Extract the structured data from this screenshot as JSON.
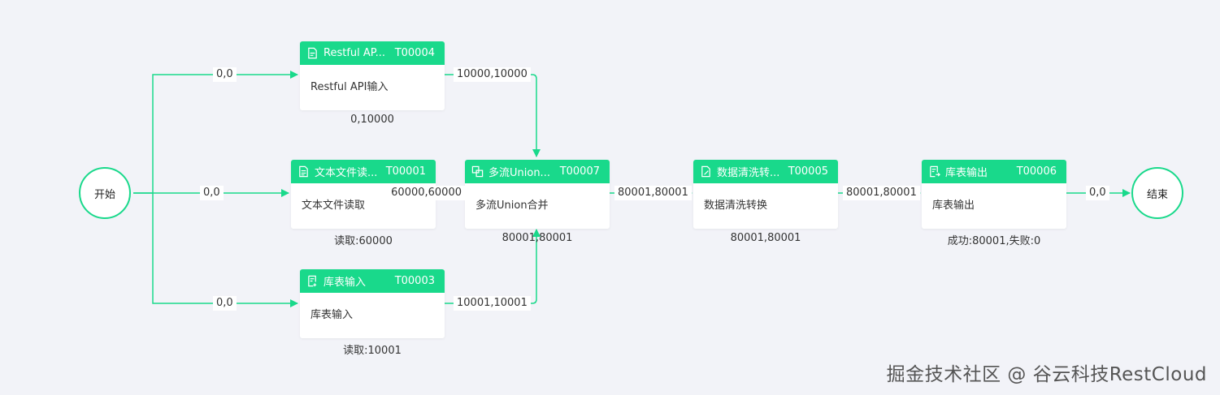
{
  "start": {
    "label": "开始"
  },
  "end": {
    "label": "结束"
  },
  "nodes": {
    "restful": {
      "name": "Restful AP...",
      "code": "T00004",
      "body": "Restful API输入",
      "stat": "0,10000",
      "icon": "api-input-icon"
    },
    "text": {
      "name": "文本文件读...",
      "code": "T00001",
      "body": "文本文件读取",
      "stat": "读取:60000",
      "icon": "file-read-icon"
    },
    "table_in": {
      "name": "库表输入",
      "code": "T00003",
      "body": "库表输入",
      "stat": "读取:10001",
      "icon": "table-input-icon"
    },
    "union": {
      "name": "多流Union...",
      "code": "T00007",
      "body": "多流Union合并",
      "stat": "80001,80001",
      "icon": "union-icon"
    },
    "clean": {
      "name": "数据清洗转...",
      "code": "T00005",
      "body": "数据清洗转换",
      "stat": "80001,80001",
      "icon": "clean-icon"
    },
    "table_out": {
      "name": "库表输出",
      "code": "T00006",
      "body": "库表输出",
      "stat": "成功:80001,失败:0",
      "icon": "table-output-icon"
    }
  },
  "edges": {
    "start_restful": "0,0",
    "start_text": "0,0",
    "start_table": "0,0",
    "restful_union": "10000,10000",
    "text_union": "60000,60000",
    "table_union": "10001,10001",
    "union_clean": "80001,80001",
    "clean_out": "80001,80001",
    "out_end": "0,0"
  },
  "watermark": "掘金技术社区 @ 谷云科技RestCloud",
  "colors": {
    "accent": "#19d98b",
    "background": "#f2f3f8"
  }
}
